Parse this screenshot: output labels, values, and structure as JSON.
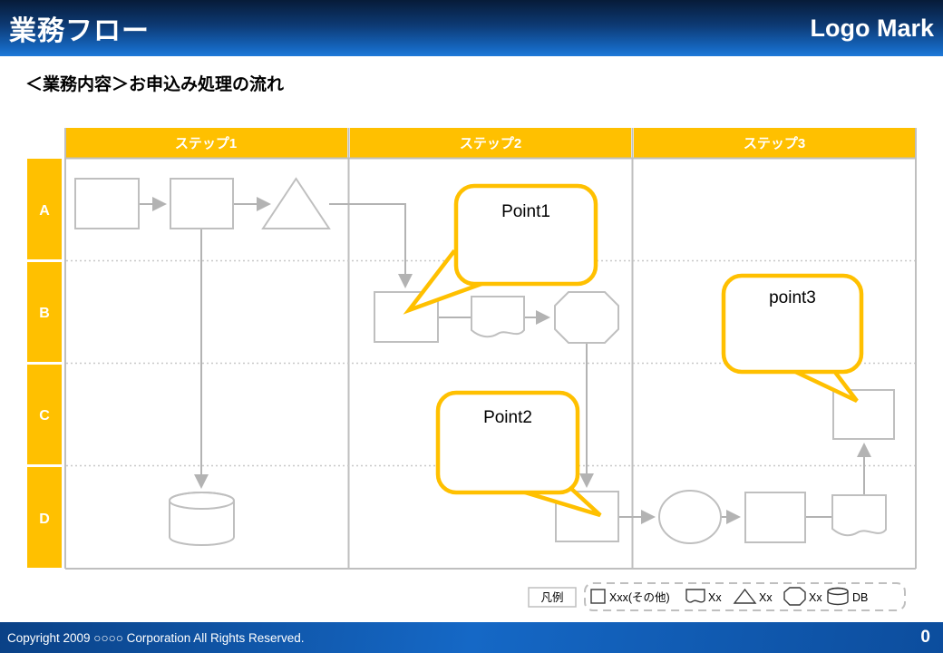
{
  "header": {
    "title": "業務フロー",
    "logo": "Logo Mark"
  },
  "subtitle": "＜業務内容＞お申込み処理の流れ",
  "diagram": {
    "steps": [
      "ステップ1",
      "ステップ2",
      "ステップ3"
    ],
    "rows": [
      "A",
      "B",
      "C",
      "D"
    ],
    "callouts": {
      "point1": "Point1",
      "point2": "Point2",
      "point3": "point3"
    }
  },
  "legend": {
    "title": "凡例",
    "items": [
      {
        "shape": "rectangle",
        "label": "Xxx(その他)"
      },
      {
        "shape": "document",
        "label": "Xx"
      },
      {
        "shape": "triangle",
        "label": "Xx"
      },
      {
        "shape": "octagon",
        "label": "Xx"
      },
      {
        "shape": "cylinder",
        "label": "DB"
      }
    ]
  },
  "footer": {
    "copyright": "Copyright 2009 ○○○○ Corporation All Rights Reserved.",
    "page_number": "0"
  },
  "colors": {
    "accent_orange": "#FFC000",
    "shape_gray": "#BFBFBF",
    "header_blue_top": "#071B38",
    "header_blue_bottom": "#1E7ADA",
    "callout_border": "#FFC000"
  }
}
